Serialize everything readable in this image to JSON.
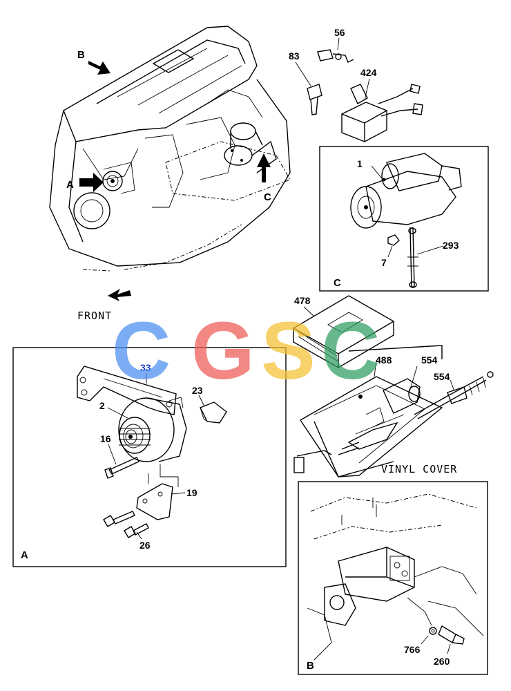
{
  "views": {
    "A": "A",
    "B": "B",
    "C": "C"
  },
  "captions": {
    "front": "FRONT",
    "vinyl_cover": "VINYL COVER"
  },
  "part_numbers": {
    "p56": "56",
    "p83": "83",
    "p424": "424",
    "p1": "1",
    "p7": "7",
    "p293": "293",
    "p478": "478",
    "p488": "488",
    "p554a": "554",
    "p554b": "554",
    "p33": "33",
    "p2": "2",
    "p23": "23",
    "p16": "16",
    "p19": "19",
    "p26": "26",
    "p766": "766",
    "p260": "260"
  },
  "watermark": {
    "letters": [
      "C",
      "G",
      "S",
      "C"
    ],
    "colors": [
      "#4a8ef0",
      "#ee5a55",
      "#f5c030",
      "#2e9e60"
    ]
  },
  "colors": {
    "line": "#000000",
    "label_33": "#1a3cc8"
  }
}
